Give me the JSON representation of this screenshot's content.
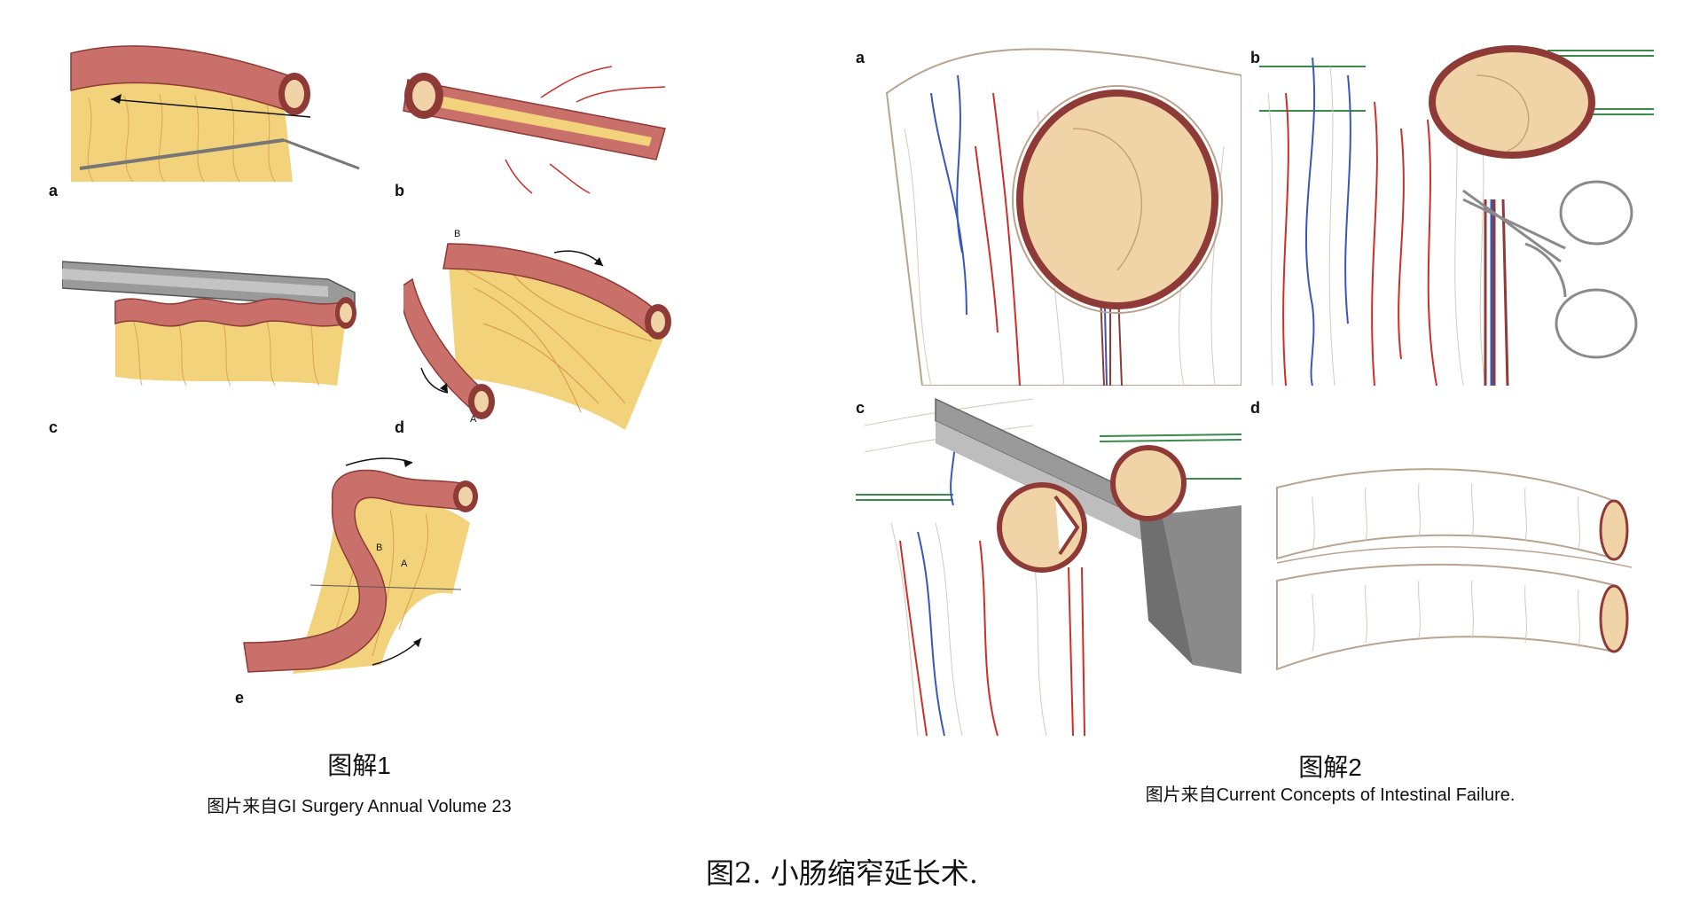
{
  "figure1": {
    "panel_labels": [
      "a",
      "b",
      "c",
      "d",
      "e"
    ],
    "point_labels": {
      "d_top": "B",
      "d_bottom": "A",
      "e_b": "B",
      "e_a": "A"
    },
    "title": "图解1",
    "source": "图片来自GI Surgery Annual Volume 23"
  },
  "figure2": {
    "panel_labels": [
      "a",
      "b",
      "c",
      "d"
    ],
    "title": "图解2",
    "source": "图片来自Current Concepts of Intestinal Failure."
  },
  "caption": "图2. 小肠缩窄延长术.",
  "colors": {
    "bowel": "#c9706a",
    "bowel_dark": "#8e3a36",
    "mesentery": "#f2d27a",
    "lumen": "#f1d3a8",
    "artery": "#c9302c",
    "vein": "#3b57b5",
    "instrument": "#8a8a8a",
    "suture": "#3a8a4a"
  }
}
